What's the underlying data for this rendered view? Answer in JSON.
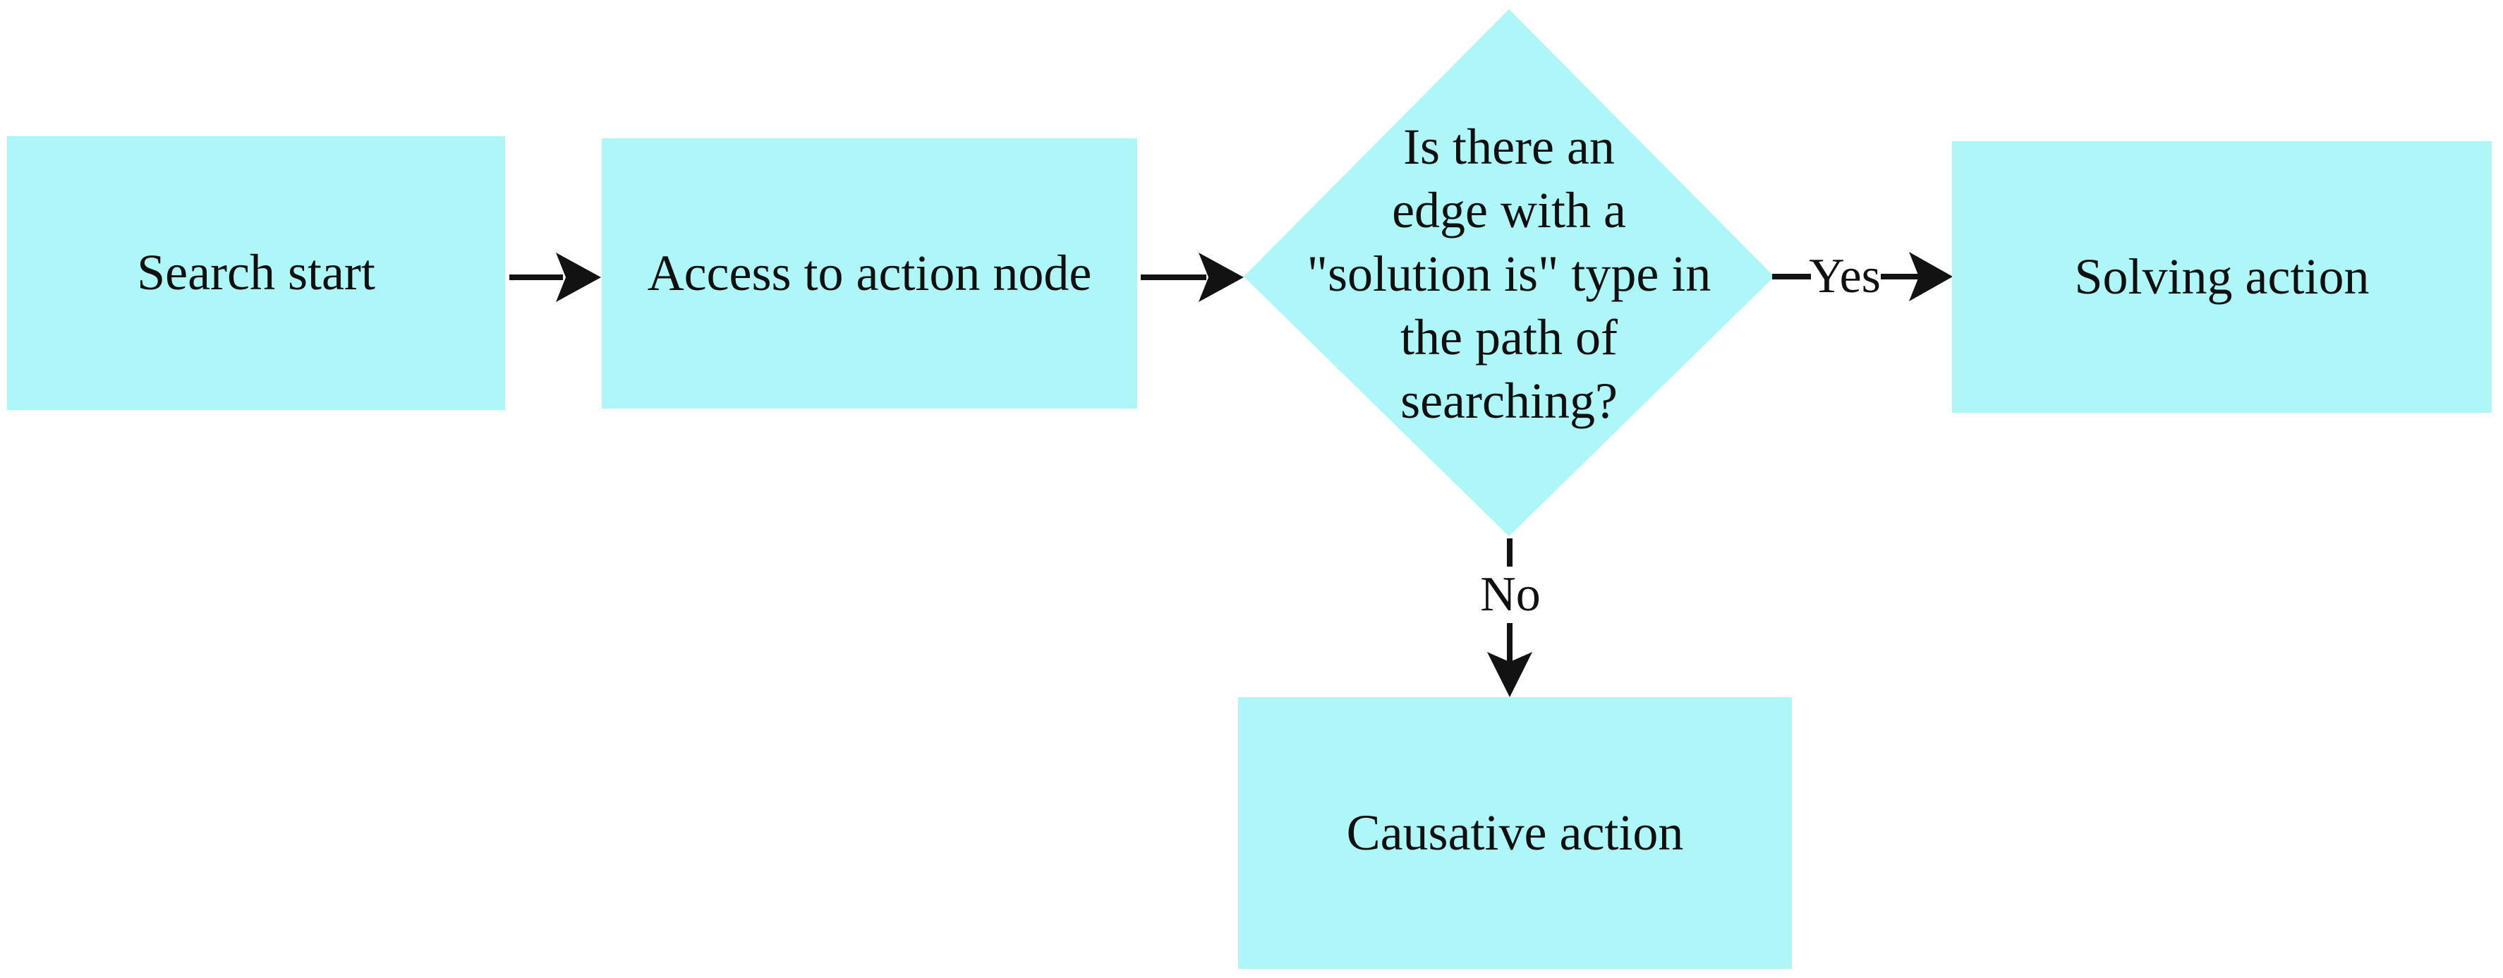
{
  "flowchart": {
    "background_color": "#ffffff",
    "node_fill_color": "#aef6f8",
    "connector_color": "#121212",
    "text_color": "#101010",
    "nodes": [
      {
        "id": "search-start",
        "shape": "rect",
        "label": "Search start"
      },
      {
        "id": "access-action-node",
        "shape": "rect",
        "label": "Access to action node"
      },
      {
        "id": "decision",
        "shape": "diamond",
        "label": "Is there an edge with a \"solution is\" type in the path of searching?",
        "lines": [
          "Is there an",
          "edge with a",
          "\"solution is\" type in",
          "the path of",
          "searching?"
        ]
      },
      {
        "id": "solving-action",
        "shape": "rect",
        "label": "Solving action"
      },
      {
        "id": "causative-action",
        "shape": "rect",
        "label": "Causative action"
      }
    ],
    "edges": [
      {
        "from": "search-start",
        "to": "access-action-node",
        "label": ""
      },
      {
        "from": "access-action-node",
        "to": "decision",
        "label": ""
      },
      {
        "from": "decision",
        "to": "solving-action",
        "label": "Yes"
      },
      {
        "from": "decision",
        "to": "causative-action",
        "label": "No"
      }
    ]
  }
}
